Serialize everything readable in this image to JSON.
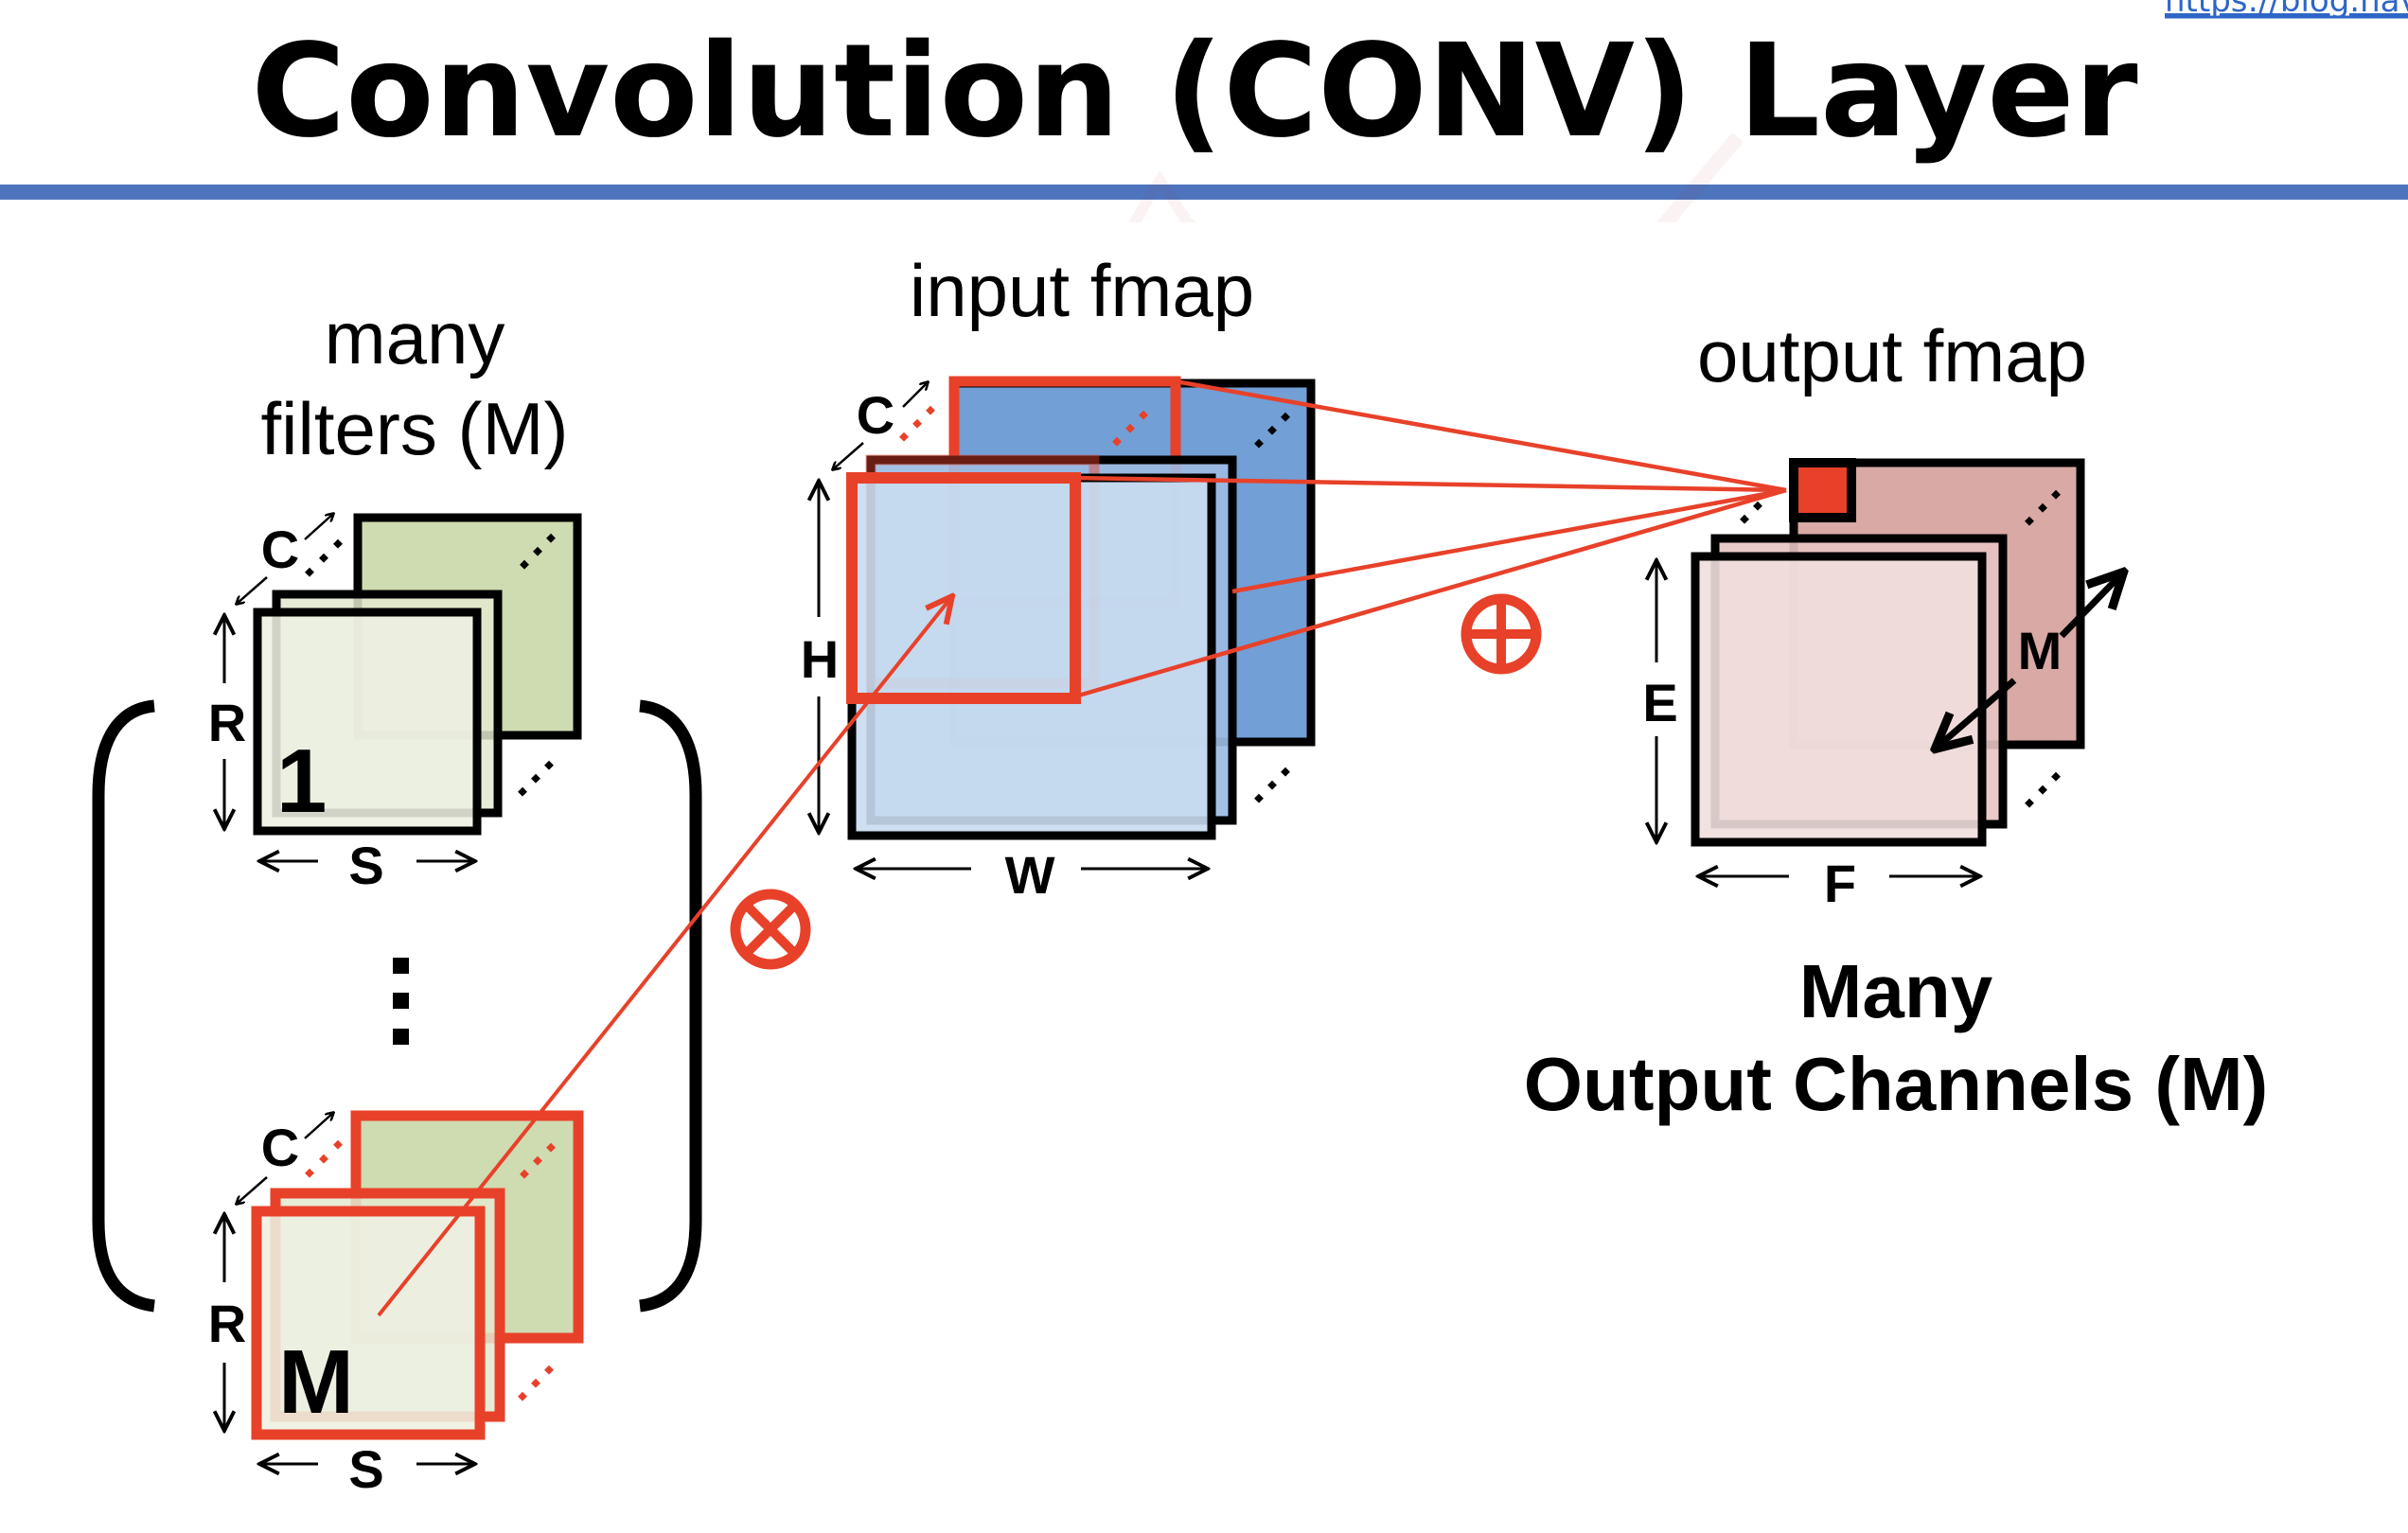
{
  "header": {
    "title": "Convolution (CONV) Layer",
    "source_link": "https://blog.nav"
  },
  "colors": {
    "title_rule": "#4E74BD",
    "highlight_red": "#E8412A",
    "filter_back": "#CFDBB1",
    "filter_front": "#EDF0E1",
    "input_back": "#729FD6",
    "input_mid": "#9DBBE3",
    "input_front": "#C9DBEF",
    "output_back": "#D9A9A5",
    "output_mid": "#E6C4C2",
    "output_front": "#F0DEDD"
  },
  "filters": {
    "heading_line1": "many",
    "heading_line2": "filters (M)",
    "first_index": "1",
    "last_index": "M",
    "dim_channels": "C",
    "dim_rows": "R",
    "dim_cols": "S",
    "ellipsis": "⋮"
  },
  "input_fmap": {
    "heading": "input fmap",
    "dim_channels": "C",
    "dim_height": "H",
    "dim_width": "W"
  },
  "output_fmap": {
    "heading": "output fmap",
    "dim_height": "E",
    "dim_width": "F",
    "dim_channels": "M",
    "caption_line1": "Many",
    "caption_line2": "Output Channels (M)"
  },
  "operators": {
    "multiply": "⊗",
    "accumulate": "⊕"
  }
}
